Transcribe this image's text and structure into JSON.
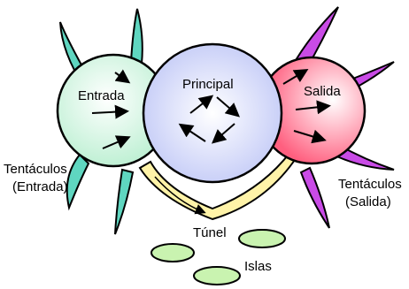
{
  "labels": {
    "entrada": "Entrada",
    "principal": "Principal",
    "salida": "Salida",
    "tentaculos_entrada_1": "Tentáculos",
    "tentaculos_entrada_2": "(Entrada)",
    "tentaculos_salida_1": "Tentáculos",
    "tentaculos_salida_2": "(Salida)",
    "tunel": "Túnel",
    "islas": "Islas"
  },
  "colors": {
    "entrada_fill": "#cdf3dd",
    "principal_fill": "#cfd5fb",
    "salida_fill": "#ff7f95",
    "tentacle_entrada": "#5fd6c0",
    "tentacle_salida": "#c94be6",
    "tunel_fill": "#fff3a8",
    "islas_fill": "#c9f3b0",
    "outline": "#000000"
  }
}
